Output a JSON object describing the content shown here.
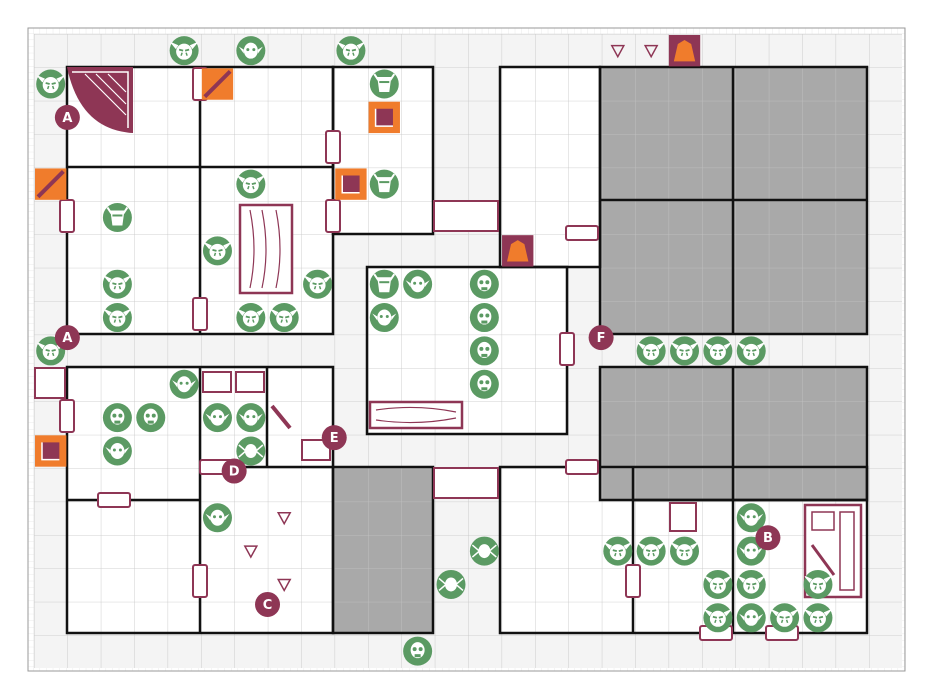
{
  "colors": {
    "corridor": "#f2f2f2",
    "room": "#ffffff",
    "blocked": "#a8a8a8",
    "wall": "#111111",
    "grid": "#c8c8c8",
    "marker": "#8e3655",
    "monster": "#5b9a63",
    "trap": "#f07c2c",
    "furniture": "#8e3655"
  },
  "markers": [
    {
      "label": "A",
      "col": 0.5,
      "row": 2
    },
    {
      "label": "A",
      "col": 0.5,
      "row": 8.6
    },
    {
      "label": "B",
      "col": 21.5,
      "row": 14.6
    },
    {
      "label": "C",
      "col": 6.5,
      "row": 16.6
    },
    {
      "label": "D",
      "col": 5.5,
      "row": 12.6
    },
    {
      "label": "E",
      "col": 8.5,
      "row": 11.6
    },
    {
      "label": "F",
      "col": 16.5,
      "row": 8.6
    }
  ],
  "monsters": [
    {
      "type": "orc-icon",
      "col": 4,
      "row": 0
    },
    {
      "type": "goblin-icon",
      "col": 6,
      "row": 0
    },
    {
      "type": "orc-icon",
      "col": 9,
      "row": 0
    },
    {
      "type": "orc-icon",
      "col": 0,
      "row": 1
    },
    {
      "type": "chaos-warrior-icon",
      "col": 10,
      "row": 1
    },
    {
      "type": "orc-icon",
      "col": 6,
      "row": 4
    },
    {
      "type": "chaos-warrior-icon",
      "col": 10,
      "row": 4
    },
    {
      "type": "chaos-warrior-icon",
      "col": 2,
      "row": 5
    },
    {
      "type": "orc-icon",
      "col": 5,
      "row": 6
    },
    {
      "type": "orc-icon",
      "col": 2,
      "row": 7
    },
    {
      "type": "orc-icon",
      "col": 8,
      "row": 7
    },
    {
      "type": "orc-icon",
      "col": 2,
      "row": 8
    },
    {
      "type": "orc-icon",
      "col": 6,
      "row": 8
    },
    {
      "type": "orc-icon",
      "col": 7,
      "row": 8
    },
    {
      "type": "orc-icon",
      "col": 0,
      "row": 9
    },
    {
      "type": "chaos-warrior-icon",
      "col": 10,
      "row": 7
    },
    {
      "type": "goblin-icon",
      "col": 11,
      "row": 7
    },
    {
      "type": "skeleton-icon",
      "col": 13,
      "row": 7
    },
    {
      "type": "goblin-icon",
      "col": 10,
      "row": 8
    },
    {
      "type": "skeleton-icon",
      "col": 13,
      "row": 8
    },
    {
      "type": "skeleton-icon",
      "col": 13,
      "row": 9
    },
    {
      "type": "skeleton-icon",
      "col": 13,
      "row": 10
    },
    {
      "type": "orc-icon",
      "col": 18,
      "row": 9
    },
    {
      "type": "orc-icon",
      "col": 19,
      "row": 9
    },
    {
      "type": "orc-icon",
      "col": 20,
      "row": 9
    },
    {
      "type": "orc-icon",
      "col": 21,
      "row": 9
    },
    {
      "type": "goblin-icon",
      "col": 4,
      "row": 10
    },
    {
      "type": "skeleton-icon",
      "col": 2,
      "row": 11
    },
    {
      "type": "skeleton-icon",
      "col": 3,
      "row": 11
    },
    {
      "type": "goblin-icon",
      "col": 5,
      "row": 11
    },
    {
      "type": "goblin-icon",
      "col": 6,
      "row": 11
    },
    {
      "type": "goblin-icon",
      "col": 2,
      "row": 12
    },
    {
      "type": "spider-icon",
      "col": 6,
      "row": 12
    },
    {
      "type": "goblin-icon",
      "col": 5,
      "row": 14
    },
    {
      "type": "spider-icon",
      "col": 13,
      "row": 15
    },
    {
      "type": "spider-icon",
      "col": 12,
      "row": 16
    },
    {
      "type": "orc-icon",
      "col": 17,
      "row": 15
    },
    {
      "type": "orc-icon",
      "col": 18,
      "row": 15
    },
    {
      "type": "orc-icon",
      "col": 19,
      "row": 15
    },
    {
      "type": "goblin-icon",
      "col": 21,
      "row": 14
    },
    {
      "type": "goblin-icon",
      "col": 21,
      "row": 15
    },
    {
      "type": "orc-icon",
      "col": 20,
      "row": 16
    },
    {
      "type": "orc-icon",
      "col": 21,
      "row": 16
    },
    {
      "type": "orc-icon",
      "col": 23,
      "row": 16
    },
    {
      "type": "orc-icon",
      "col": 20,
      "row": 17
    },
    {
      "type": "goblin-icon",
      "col": 21,
      "row": 17
    },
    {
      "type": "orc-icon",
      "col": 22,
      "row": 17
    },
    {
      "type": "orc-icon",
      "col": 23,
      "row": 17
    },
    {
      "type": "skeleton-icon",
      "col": 11,
      "row": 18
    }
  ],
  "traps": [
    {
      "type": "pit-trap-icon",
      "col": 10,
      "row": 2
    },
    {
      "type": "pit-trap-icon",
      "col": 9,
      "row": 4
    },
    {
      "type": "pit-trap-icon",
      "col": 0,
      "row": 12
    },
    {
      "type": "spear-trap-icon",
      "col": 5,
      "row": 1
    },
    {
      "type": "spear-trap-icon",
      "col": 0,
      "row": 4
    }
  ],
  "falling_rocks": [
    {
      "type": "falling-rock-icon",
      "col": 19,
      "row": 0
    },
    {
      "type": "falling-rock-icon",
      "col": 14,
      "row": 6
    }
  ],
  "hidden_triangles": [
    {
      "col": 17,
      "row": 0
    },
    {
      "col": 18,
      "row": 0
    },
    {
      "col": 7,
      "row": 14
    },
    {
      "col": 6,
      "row": 15
    },
    {
      "col": 7,
      "row": 16
    }
  ]
}
